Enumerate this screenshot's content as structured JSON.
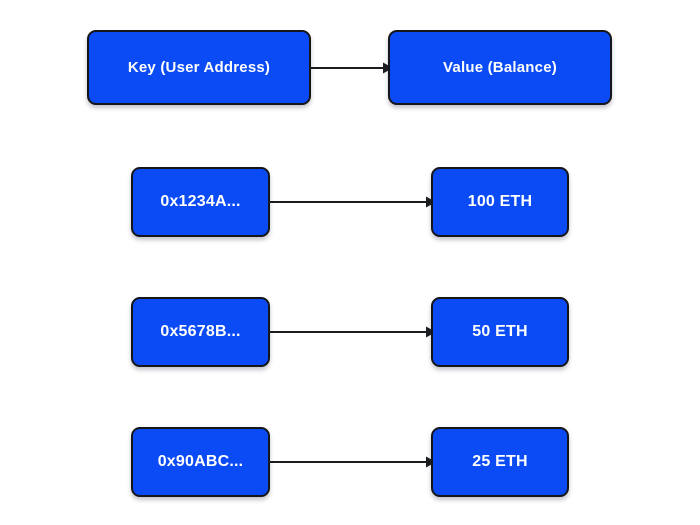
{
  "diagram": {
    "background_color": "#ffffff",
    "node_color": "#0B4BF5",
    "node_border_color": "#15161a",
    "node_text_color": "#ffffff",
    "arrow_color": "#1b1c20",
    "header": {
      "key_label": "Key (User Address)",
      "value_label": "Value (Balance)",
      "arrow": "arrow-right-icon"
    },
    "rows": [
      {
        "key": "0x1234A...",
        "value": "100 ETH",
        "arrow": "arrow-right-icon"
      },
      {
        "key": "0x5678B...",
        "value": "50 ETH",
        "arrow": "arrow-right-icon"
      },
      {
        "key": "0x90ABC...",
        "value": "25 ETH",
        "arrow": "arrow-right-icon"
      }
    ]
  }
}
